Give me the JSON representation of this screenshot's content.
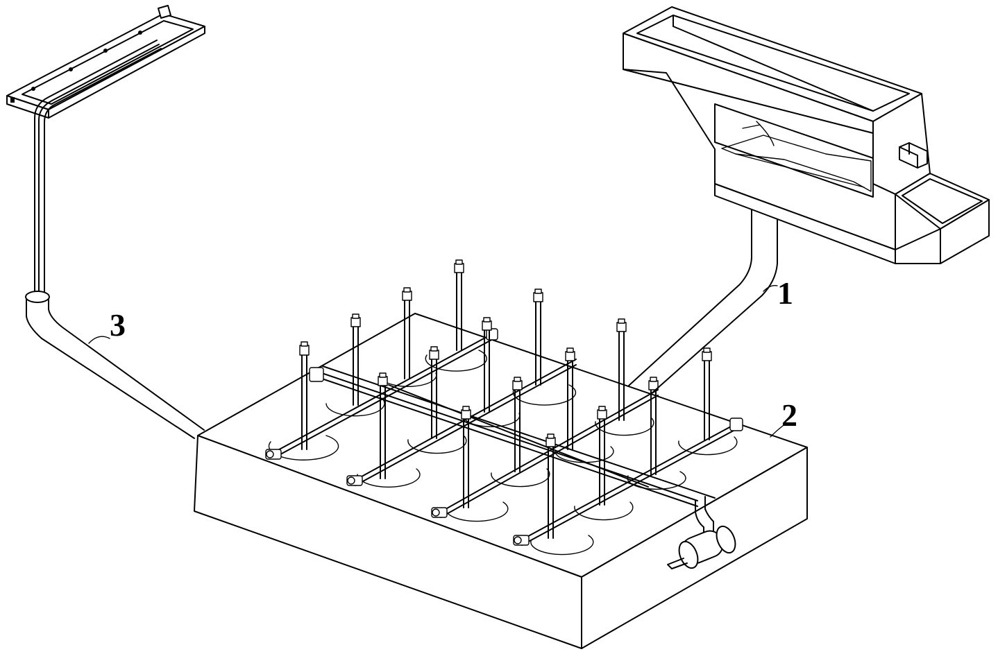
{
  "labels": {
    "part_1": "1",
    "part_2": "2",
    "part_3": "3"
  }
}
